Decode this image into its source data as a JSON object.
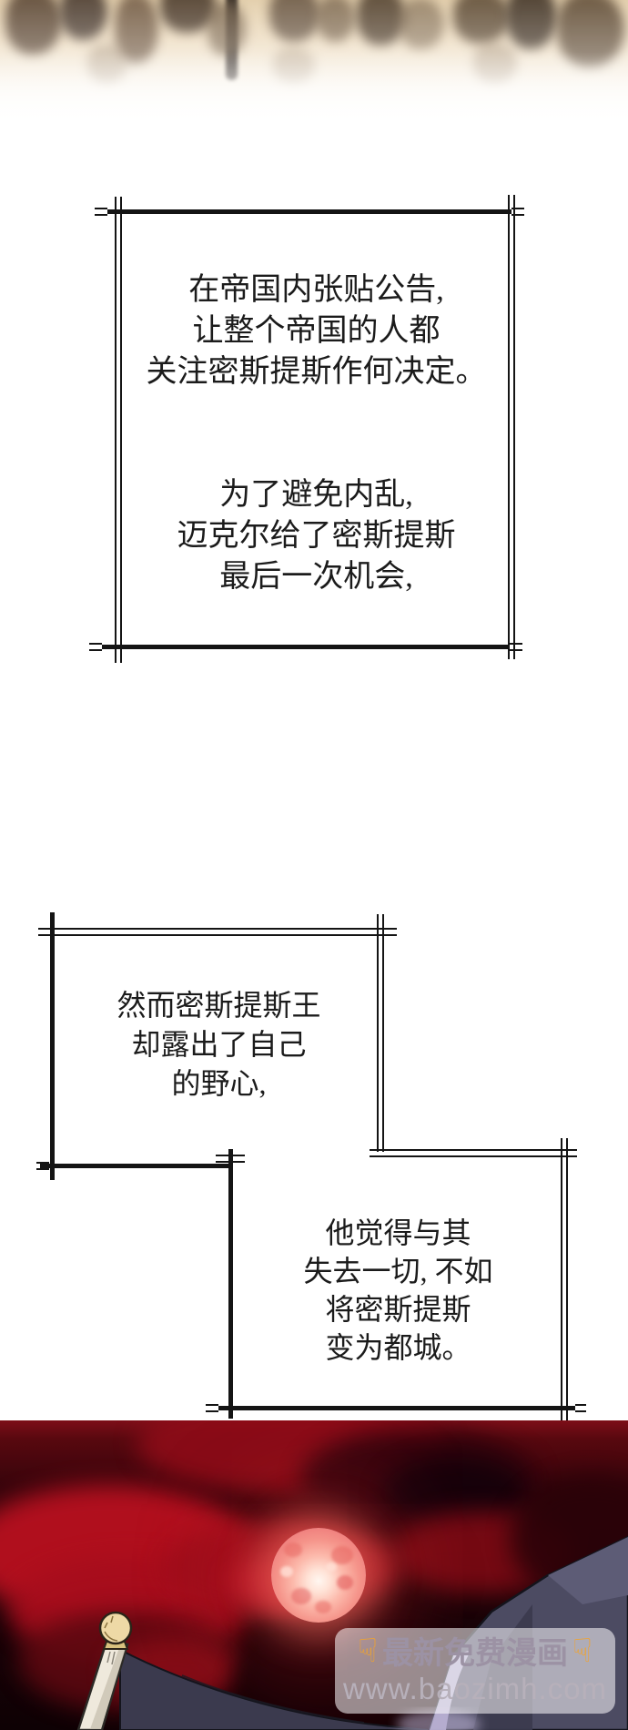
{
  "comic": {
    "panel1": {
      "lines_a": [
        "在帝国内张贴公告,",
        "让整个帝国的人都",
        "关注密斯提斯作何决定。"
      ],
      "lines_b": [
        "为了避免内乱,",
        "迈克尔给了密斯提斯",
        "最后一次机会,"
      ]
    },
    "panel2": {
      "lines": [
        "然而密斯提斯王",
        "却露出了自己",
        "的野心,"
      ]
    },
    "panel3": {
      "lines": [
        "他觉得与其",
        "失去一切, 不如",
        "将密斯提斯",
        "变为都城。"
      ]
    }
  },
  "watermark": {
    "title": "最新免费漫画",
    "url": "www.baozimh.com"
  },
  "icons": {
    "pointing_down_hand": "☟"
  },
  "colors": {
    "panel_border": "#141414",
    "text_ink": "#1b1b1b",
    "scene_red_bright": "#b8101f",
    "scene_red_deep": "#35040b",
    "moon_highlight": "#fff7f1",
    "moon_body": "#f5948a",
    "flag_slate": "#4c4b62",
    "flag_shadow": "#3b3a4e",
    "flag_highlight": "#b9b0d4",
    "pole_cream": "#efe9dc",
    "finial_gold": "#eed9a6",
    "watermark_panel": "rgba(255,253,255,0.55)",
    "watermark_title": "#9c92a4",
    "watermark_url": "#b7b0ba",
    "hand_orange": "#f2a32b"
  }
}
